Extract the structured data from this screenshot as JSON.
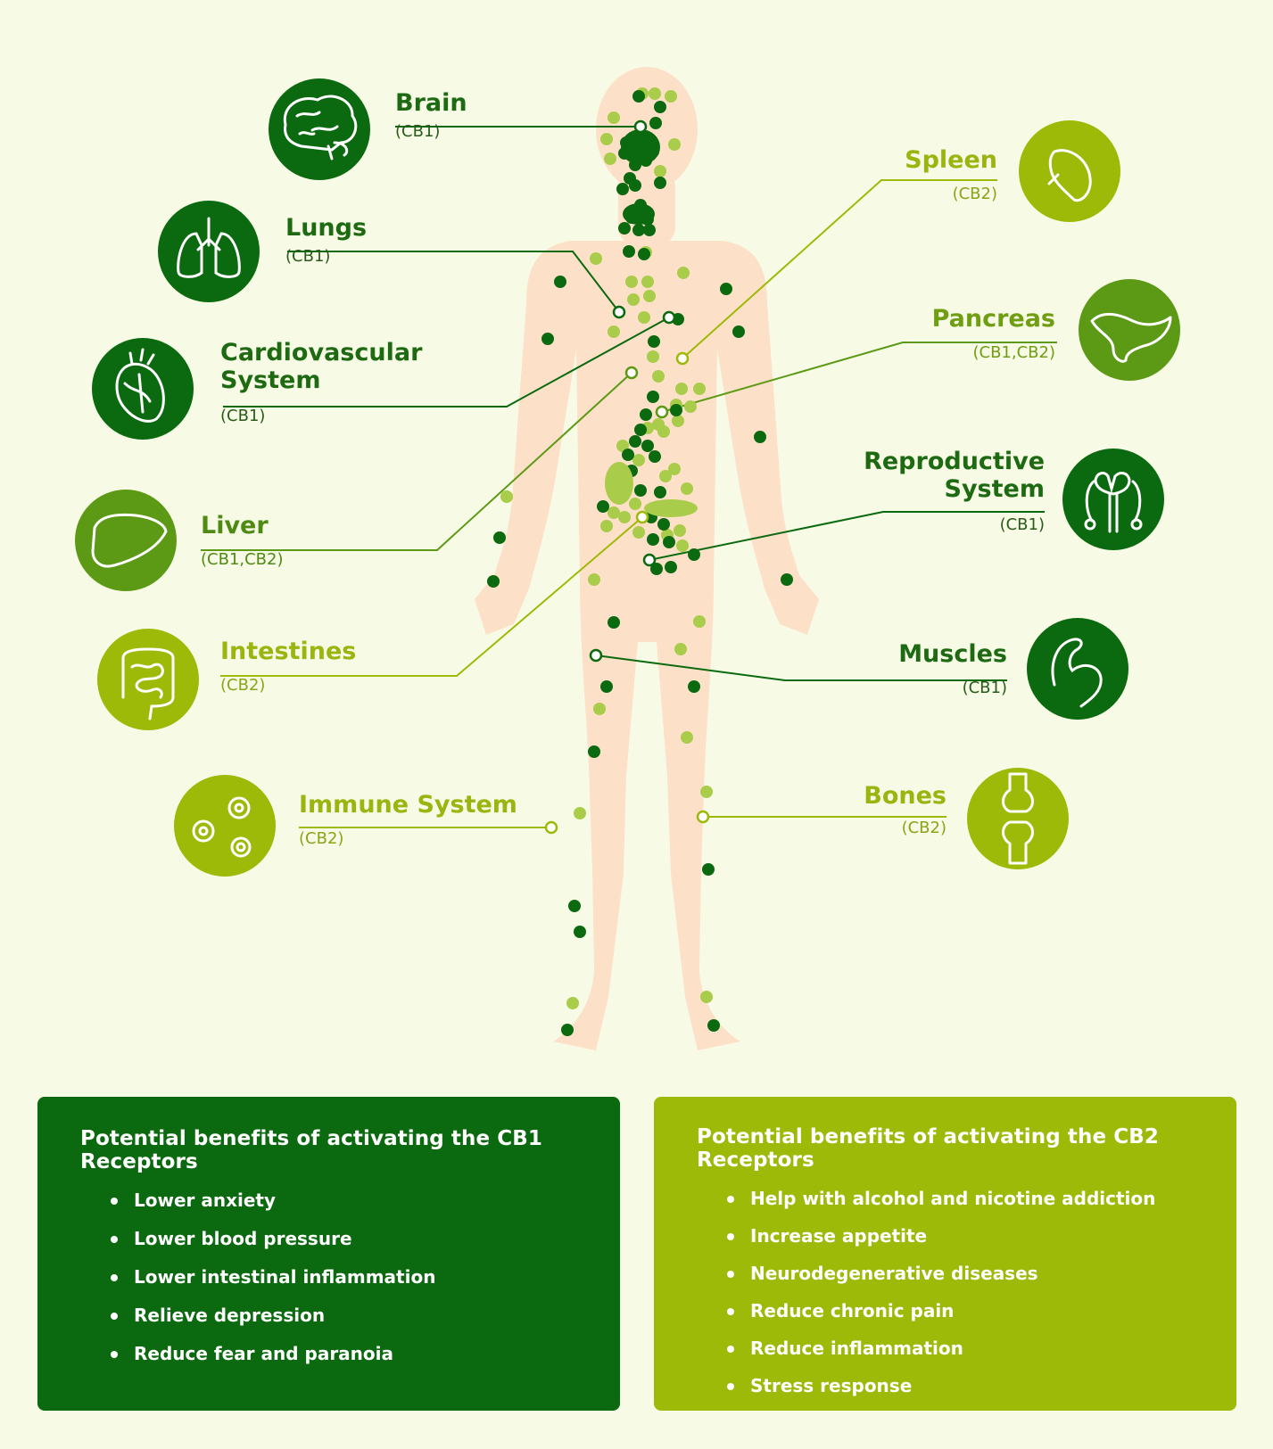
{
  "colors": {
    "background": "#f7fbe6",
    "body": "#fde0c8",
    "dark_green": "#0b6a0f",
    "mid_green": "#5c9a16",
    "light_green": "#9dba08",
    "dot_light": "#a9cc4a"
  },
  "organs": [
    {
      "name": "Brain",
      "receptor": "(CB1)",
      "icon": "brain-icon",
      "tone": "dark"
    },
    {
      "name": "Lungs",
      "receptor": "(CB1)",
      "icon": "lungs-icon",
      "tone": "dark"
    },
    {
      "name": "Cardiovascular System",
      "receptor": "(CB1)",
      "icon": "heart-icon",
      "tone": "dark"
    },
    {
      "name": "Liver",
      "receptor": "(CB1,CB2)",
      "icon": "liver-icon",
      "tone": "mid"
    },
    {
      "name": "Intestines",
      "receptor": "(CB2)",
      "icon": "intestines-icon",
      "tone": "light"
    },
    {
      "name": "Immune System",
      "receptor": "(CB2)",
      "icon": "immune-cells-icon",
      "tone": "light"
    },
    {
      "name": "Spleen",
      "receptor": "(CB2)",
      "icon": "spleen-icon",
      "tone": "light"
    },
    {
      "name": "Pancreas",
      "receptor": "(CB1,CB2)",
      "icon": "pancreas-icon",
      "tone": "mid"
    },
    {
      "name": "Reproductive System",
      "receptor": "(CB1)",
      "icon": "reproductive-system-icon",
      "tone": "dark"
    },
    {
      "name": "Muscles",
      "receptor": "(CB1)",
      "icon": "muscle-icon",
      "tone": "dark"
    },
    {
      "name": "Bones",
      "receptor": "(CB2)",
      "icon": "bone-joint-icon",
      "tone": "light"
    }
  ],
  "panels": {
    "cb1": {
      "title": "Potential benefits of activating the CB1 Receptors",
      "items": [
        "Lower anxiety",
        "Lower blood pressure",
        "Lower intestinal inflammation",
        "Relieve depression",
        "Reduce fear and paranoia"
      ]
    },
    "cb2": {
      "title": "Potential benefits of activating the CB2 Receptors",
      "items": [
        "Help with alcohol and nicotine addiction",
        "Increase appetite",
        "Neurodegenerative diseases",
        "Reduce chronic pain",
        "Reduce inflammation",
        "Stress response"
      ]
    }
  }
}
